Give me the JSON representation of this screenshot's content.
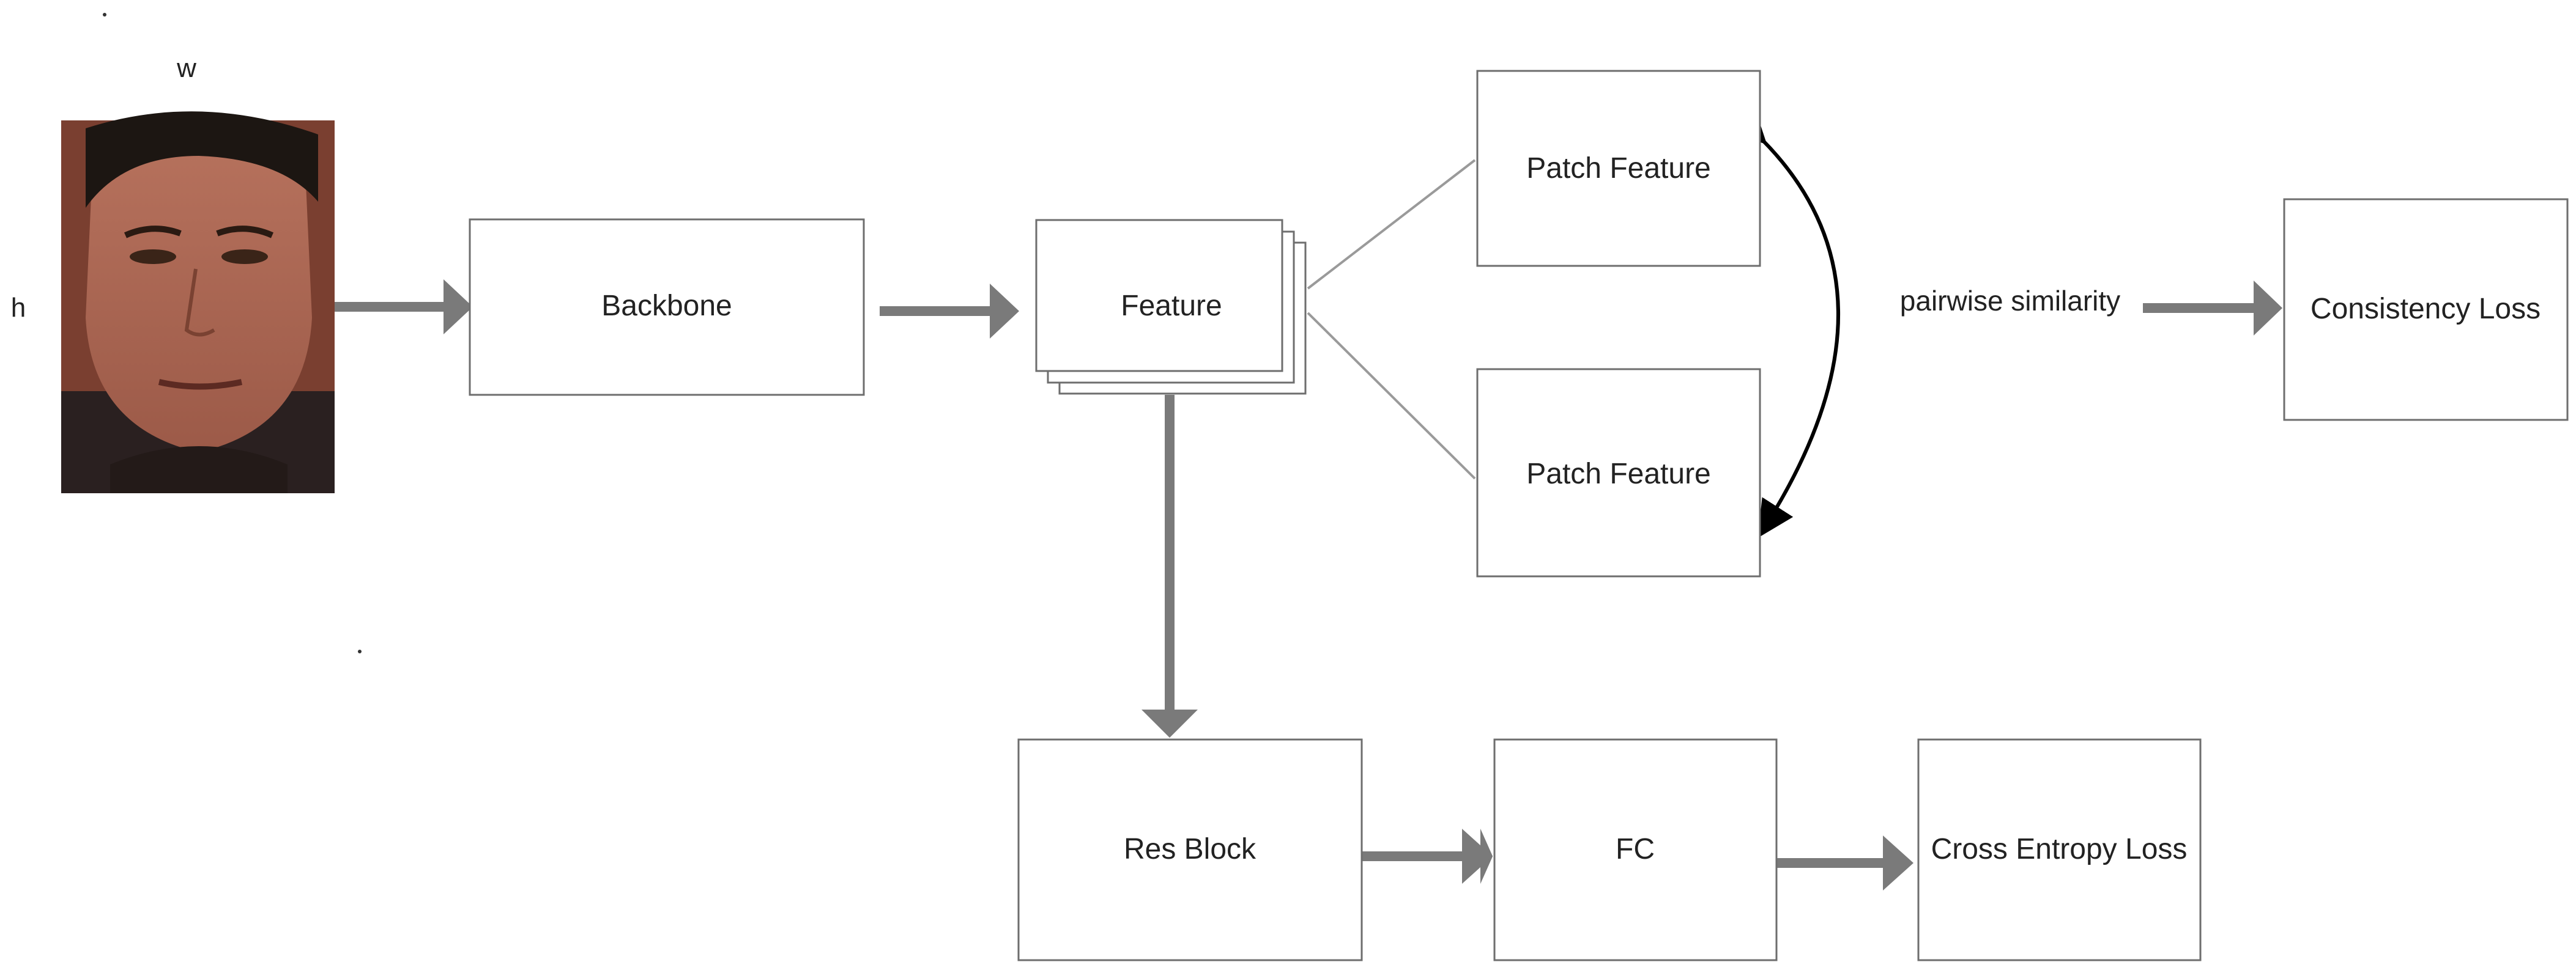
{
  "diagram": {
    "input": {
      "width_label": "w",
      "height_label": "h",
      "image_description": "face-photo"
    },
    "nodes": {
      "backbone": "Backbone",
      "feature": "Feature",
      "patch_feature_top": "Patch Feature",
      "patch_feature_bottom": "Patch Feature",
      "consistency_loss": "Consistency Loss",
      "res_block": "Res Block",
      "fc": "FC",
      "cross_entropy_loss": "Cross Entropy Loss"
    },
    "edge_labels": {
      "pairwise_similarity": "pairwise similarity"
    },
    "colors": {
      "arrow": "#7a7a7a",
      "box_border": "#6e6e6e",
      "curve_arrow": "#000000",
      "text": "#222222"
    }
  }
}
